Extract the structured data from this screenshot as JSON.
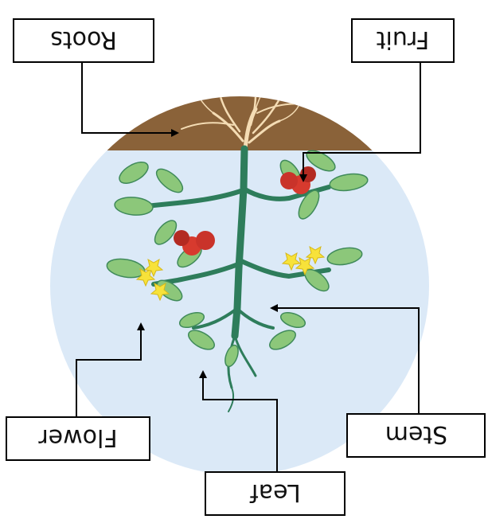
{
  "labels": {
    "roots": "Roots",
    "fruit": "Fruit",
    "flower": "Flower",
    "stem": "Stem",
    "leaf": "Leaf"
  },
  "colors": {
    "soil": "#8a6239",
    "sky": "#dbe9f7",
    "stem": "#2e7d5b",
    "roots": "#f4dcb4",
    "leaf": "#8cc77a",
    "leaf_vein": "#3f8a5a",
    "fruit": "#d73a2e",
    "fruit_shade": "#b32a22",
    "flower": "#f7e23a",
    "stroke": "#000000"
  }
}
